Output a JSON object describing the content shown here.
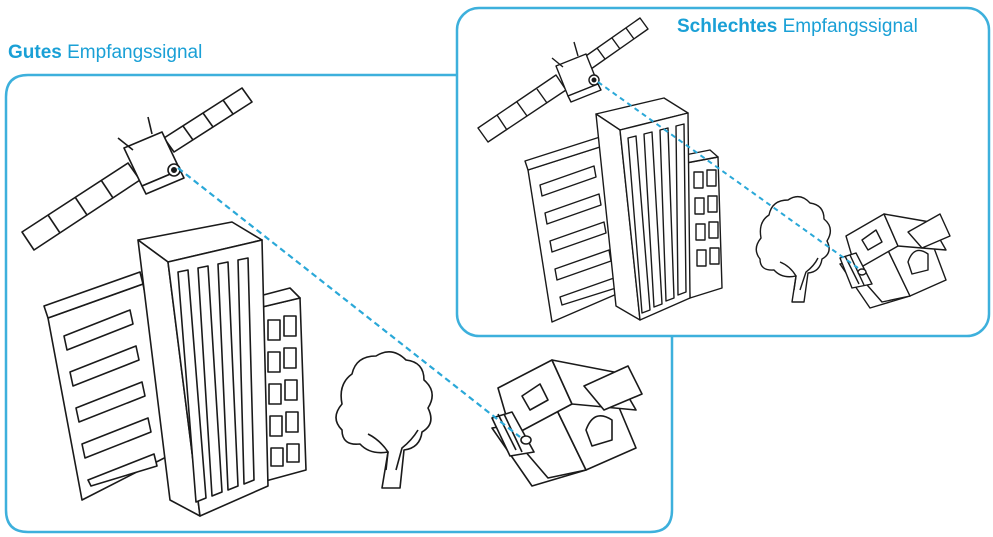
{
  "panels": {
    "good": {
      "title_bold": "Gutes",
      "title_rest": " Empfangssignal"
    },
    "bad": {
      "title_bold": "Schlechtes",
      "title_rest": " Empfangssignal"
    }
  },
  "colors": {
    "accent": "#1aa0d6",
    "line": "#1a1a1a",
    "signal": "#2aa8d8"
  }
}
